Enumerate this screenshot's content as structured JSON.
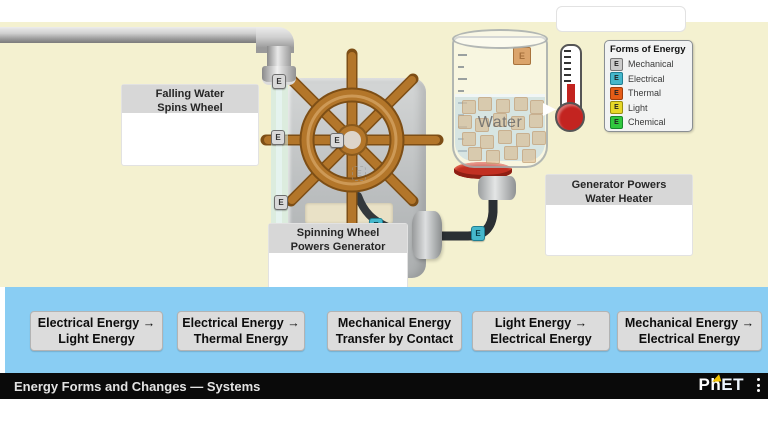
{
  "scene": {
    "chunk_letter": "E",
    "water_label": "Water",
    "labels": {
      "falling_water": {
        "line1": "Falling Water",
        "line2": "Spins Wheel"
      },
      "spinning_wheel": {
        "line1": "Spinning Wheel",
        "line2": "Powers Generator"
      },
      "generator": {
        "line1": "Generator Powers",
        "line2": "Water Heater"
      }
    }
  },
  "legend": {
    "title": "Forms of Energy",
    "items": [
      {
        "label": "Mechanical",
        "bg": "#cccccc",
        "border": "#777777"
      },
      {
        "label": "Electrical",
        "bg": "#45b7cb",
        "border": "#1f7f93"
      },
      {
        "label": "Thermal",
        "bg": "#e55c17",
        "border": "#9e3c0a"
      },
      {
        "label": "Light",
        "bg": "#e7d829",
        "border": "#9a8f10"
      },
      {
        "label": "Chemical",
        "bg": "#31c83f",
        "border": "#17892a"
      }
    ]
  },
  "carousel": {
    "buttons": [
      {
        "line1": "Electrical Energy →",
        "line2": "Light Energy"
      },
      {
        "line1": "Electrical Energy →",
        "line2": "Thermal Energy"
      },
      {
        "line1": "Mechanical Energy",
        "line2": "Transfer by Contact"
      },
      {
        "line1": "Light Energy →",
        "line2": "Electrical Energy"
      },
      {
        "line1": "Mechanical Energy →",
        "line2": "Electrical Energy"
      }
    ]
  },
  "footer": {
    "title": "Energy Forms and Changes — Systems",
    "brand_ph": "Ph",
    "brand_et": "ET"
  }
}
